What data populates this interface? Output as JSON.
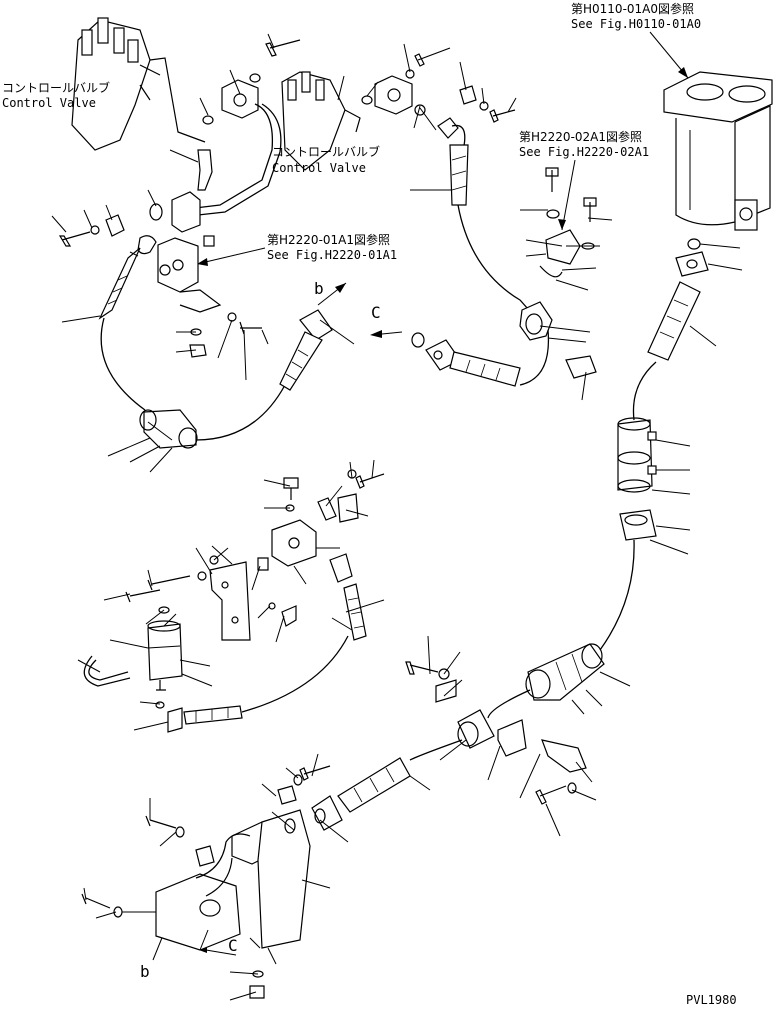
{
  "labels": {
    "control_valve_left_jp": "コントロールバルブ",
    "control_valve_left_en": "Control Valve",
    "control_valve_center_jp": "コントロールバルブ",
    "control_valve_center_en": "Control Valve",
    "ref_h2220_01_jp": "第H2220-01A1図参照",
    "ref_h2220_01_en": "See Fig.H2220-01A1",
    "ref_h2220_02_jp": "第H2220-02A1図参照",
    "ref_h2220_02_en": "See Fig.H2220-02A1",
    "ref_h0110_jp": "第H0110-01A0図参照",
    "ref_h0110_en": "See Fig.H0110-01A0",
    "marker_b_top": "b",
    "marker_c_top": "C",
    "marker_b_bottom": "b",
    "marker_c_bottom": "C",
    "drawing_code": "PVL1980"
  }
}
